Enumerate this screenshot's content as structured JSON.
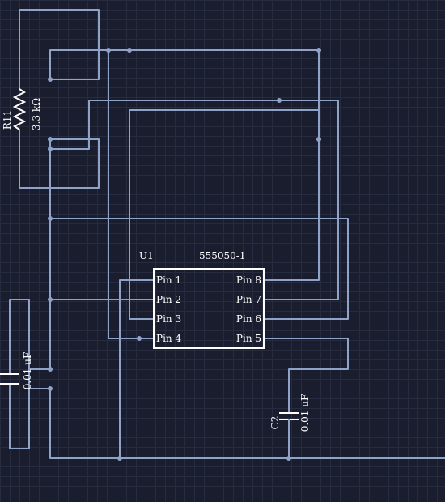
{
  "schematic": {
    "ic": {
      "ref": "U1",
      "value": "555050-1",
      "pins": [
        "Pin 1",
        "Pin 2",
        "Pin 3",
        "Pin 4",
        "Pin 8",
        "Pin 7",
        "Pin 6",
        "Pin 5"
      ]
    },
    "resistor": {
      "ref": "R11",
      "value": "3.3 kΩ"
    },
    "capacitor_left": {
      "value": "0.01 uF"
    },
    "capacitor_right": {
      "ref": "C2",
      "value": "0.01 uF"
    },
    "colors": {
      "background": "#1a1d2e",
      "grid": "#262b40",
      "wire": "#8fa3c8",
      "component": "#ffffff"
    }
  }
}
